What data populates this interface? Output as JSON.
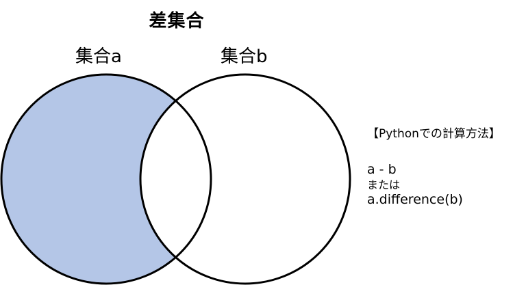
{
  "diagram": {
    "title": "差集合",
    "set_a_label": "集合a",
    "set_b_label": "集合b",
    "fill_color": "#b4c6e7",
    "stroke_color": "#000000"
  },
  "info": {
    "heading": "【Pythonでの計算方法】",
    "expression_operator": "a - b",
    "or_text": "または",
    "expression_method": "a.difference(b)"
  }
}
